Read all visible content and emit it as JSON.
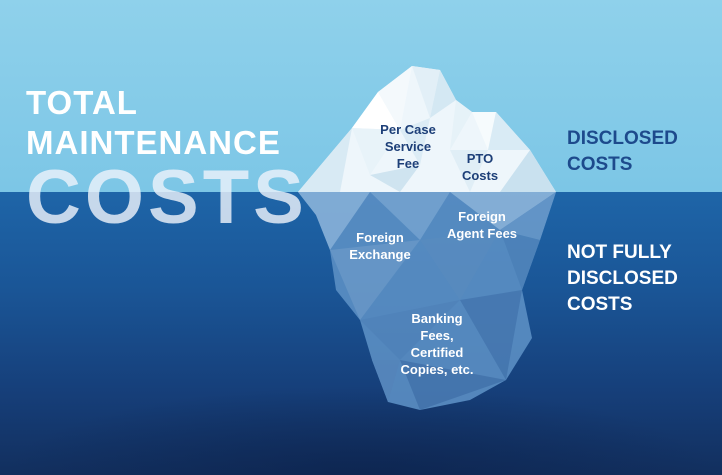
{
  "title": {
    "line1": "TOTAL",
    "line2": "MAINTENANCE",
    "line3": "COSTS"
  },
  "side_labels": {
    "disclosed": [
      "DISCLOSED",
      "COSTS"
    ],
    "not_disclosed": [
      "NOT FULLY",
      "DISCLOSED",
      "COSTS"
    ]
  },
  "iceberg_labels": {
    "per_case": [
      "Per Case",
      "Service",
      "Fee"
    ],
    "pto": [
      "PTO",
      "Costs"
    ],
    "foreign_agent": [
      "Foreign",
      "Agent Fees"
    ],
    "foreign_exchange": [
      "Foreign",
      "Exchange"
    ],
    "banking": [
      "Banking",
      "Fees,",
      "Certified",
      "Copies, etc."
    ]
  },
  "colors": {
    "sky": "#8fd1eb",
    "sea": "#1a5596",
    "disclosed_text": "#1d4a8c",
    "iceberg_label_dark": "#1d3f78"
  }
}
